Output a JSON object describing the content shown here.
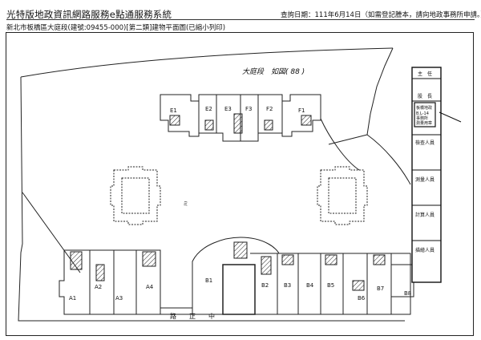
{
  "header": {
    "title": "光特版地政資訊網路服務e點通服務系統",
    "query_date": "查詢日期：111年6月14日（如需登記謄本，請向地政事務所申請。）",
    "subtitle": "新北市板橋區大庭段(建號:09455-000)[第二類]建物平面圖(已縮小列印)"
  },
  "plan": {
    "top_street": "大庭段　如図( 88 )",
    "bottom_street": "路　　正　　中",
    "units_top": [
      "E1",
      "E2",
      "E3",
      "F3",
      "F2",
      "F1"
    ],
    "units_bottom": [
      "A1",
      "A2",
      "A3",
      "A4",
      "B1",
      "B2",
      "B3",
      "B4",
      "B5",
      "B6",
      "B7",
      "B8"
    ],
    "mark": "ミ",
    "side_panel": [
      "主　任",
      "股　長",
      "檢查人員",
      "測量人員",
      "計算人員",
      "描繪人員"
    ],
    "stamp": [
      "板橋地政",
      "事務所",
      "測量用章"
    ],
    "stamp_code": "B.L-14"
  }
}
